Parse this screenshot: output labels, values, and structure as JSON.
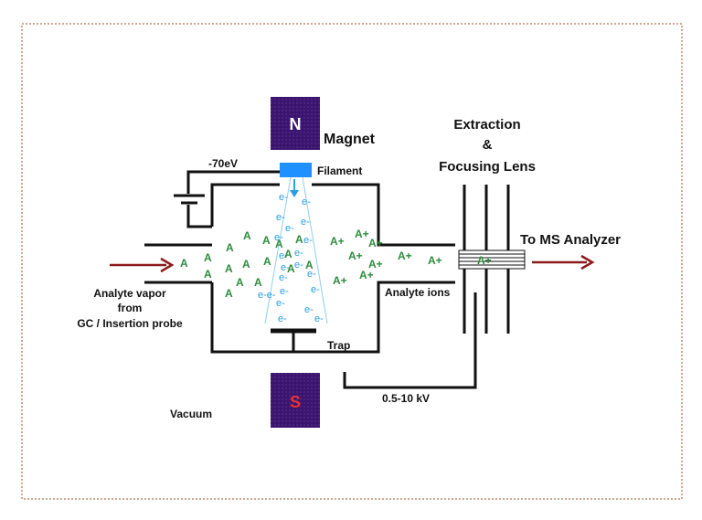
{
  "labels": {
    "magnet": "Magnet",
    "north": "N",
    "south": "S",
    "voltage_top": "-70eV",
    "filament": "Filament",
    "extraction_line1": "Extraction",
    "extraction_line2": "&",
    "extraction_line3": "Focusing Lens",
    "to_ms": "To MS Analyzer",
    "analyte_line1": "Analyte vapor",
    "analyte_line2": "from",
    "analyte_line3": "GC / Insertion probe",
    "analyte_ions": "Analyte ions",
    "trap": "Trap",
    "kv": "0.5-10 kV",
    "vacuum": "Vacuum"
  },
  "species": {
    "neutral": "A",
    "ion": "A+",
    "electron": "e-",
    "electron_pair": "e-e-"
  },
  "colors": {
    "border": "#a0522d",
    "magnet_fill": "#3b1470",
    "north_text": "#ffffff",
    "south_text": "#e8332a",
    "filament": "#1e90ff",
    "electron": "#2b9fe0",
    "atom": "#2e8b3e",
    "arrow": "#8b1a1a",
    "line": "#111111"
  }
}
